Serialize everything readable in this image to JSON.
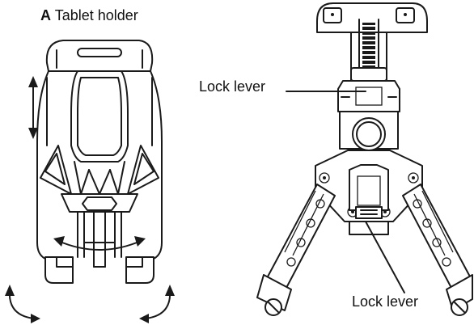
{
  "title": {
    "letter": "A",
    "text": "Tablet holder"
  },
  "labels": {
    "lock_lever_top": "Lock lever",
    "lock_lever_bottom": "Lock lever"
  },
  "icons": [
    "double-arrow-icon",
    "rotate-arrow-icon",
    "curved-arrow-icon"
  ]
}
